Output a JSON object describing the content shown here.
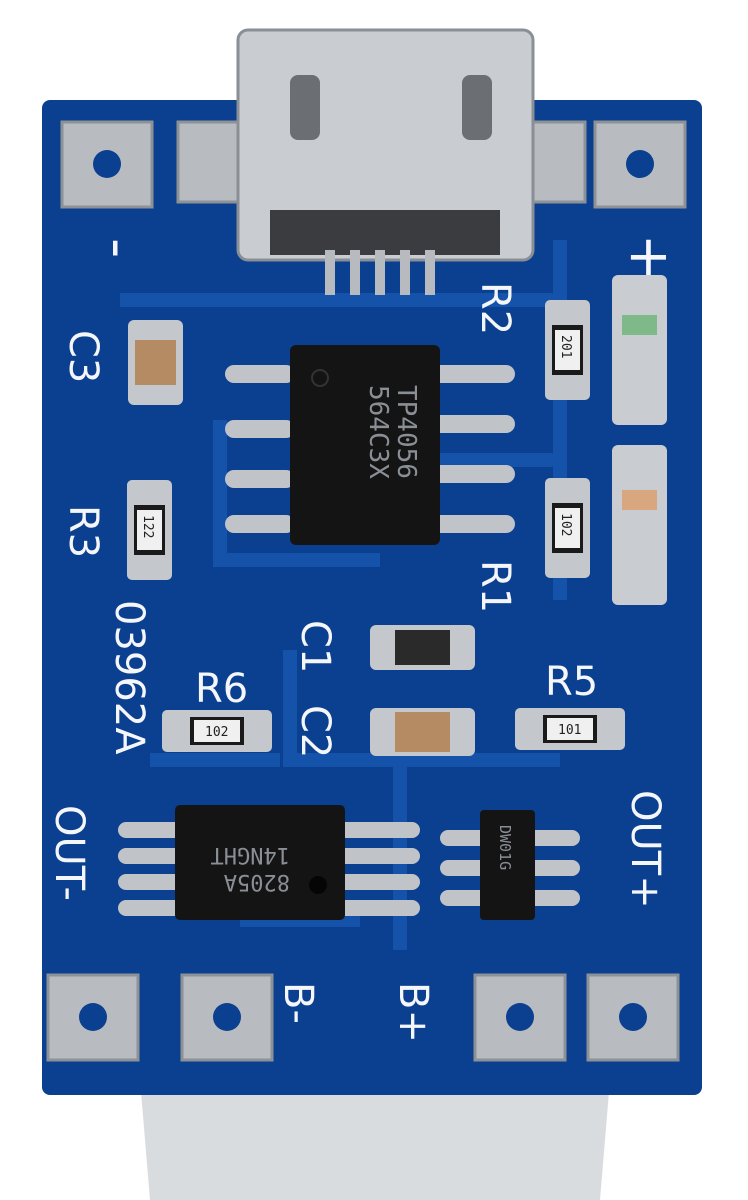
{
  "board": {
    "colors": {
      "pcb": "#0b3f8f",
      "trace": "#134fa6",
      "silk": "#f4f6fa",
      "metal": "#c9cdd2",
      "chip": "#141414"
    },
    "main_chip": {
      "line1": "TP4056",
      "line2": "564C3X"
    },
    "mosfet_chip": {
      "line1": "8205A",
      "line2": "14NGHT"
    },
    "protect_chip": {
      "label": "DW01G"
    },
    "labels": {
      "r1": "R1",
      "r2": "R2",
      "r3": "R3",
      "r5": "R5",
      "r6": "R6",
      "c1": "C1",
      "c2": "C2",
      "c3": "C3",
      "part_no": "03962A",
      "out_minus": "OUT-",
      "out_plus": "OUT+",
      "b_minus": "B-",
      "b_plus": "B+",
      "plus": "+",
      "minus": "-"
    },
    "resistor_codes": {
      "r2": "201",
      "r1": "102",
      "r3": "122",
      "r6": "102",
      "r5": "101"
    }
  }
}
